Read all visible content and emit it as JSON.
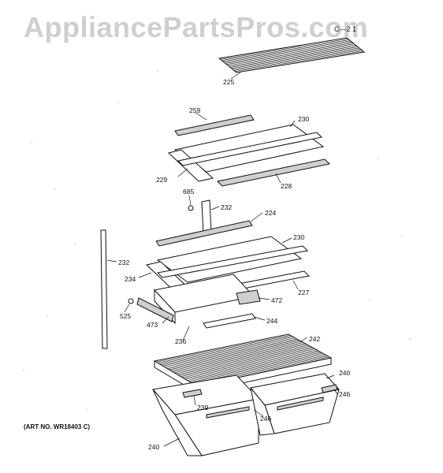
{
  "watermark": "AppliancePartsPros.com",
  "corner_code": "C—2 1",
  "art_number": "(ART NO. WR18403 C)",
  "callouts": [
    {
      "id": "c225",
      "text": "225"
    },
    {
      "id": "c259",
      "text": "259"
    },
    {
      "id": "c230a",
      "text": "230"
    },
    {
      "id": "c229",
      "text": "229"
    },
    {
      "id": "c228",
      "text": "228"
    },
    {
      "id": "c685",
      "text": "685"
    },
    {
      "id": "c232a",
      "text": "232"
    },
    {
      "id": "c224",
      "text": "224"
    },
    {
      "id": "c230b",
      "text": "230"
    },
    {
      "id": "c232b",
      "text": "232"
    },
    {
      "id": "c234",
      "text": "234"
    },
    {
      "id": "c227",
      "text": "227"
    },
    {
      "id": "c472",
      "text": "472"
    },
    {
      "id": "c525",
      "text": "525"
    },
    {
      "id": "c473",
      "text": "473"
    },
    {
      "id": "c244",
      "text": "244"
    },
    {
      "id": "c236",
      "text": "236"
    },
    {
      "id": "c242",
      "text": "242"
    },
    {
      "id": "c240a",
      "text": "240"
    },
    {
      "id": "c246a",
      "text": "246"
    },
    {
      "id": "c239",
      "text": "239"
    },
    {
      "id": "c246b",
      "text": "246"
    },
    {
      "id": "c240b",
      "text": "240"
    }
  ]
}
